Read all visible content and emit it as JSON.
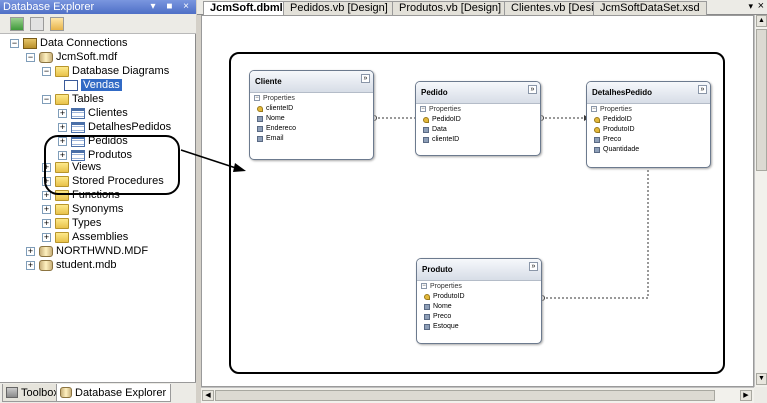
{
  "left_panel": {
    "title": "Database Explorer",
    "title_buttons": "▾ ■ ×",
    "tree": {
      "data_connections": "Data Connections",
      "db_file": "JcmSoft.mdf",
      "database_diagrams": "Database Diagrams",
      "diagram_vendas": "Vendas",
      "tables": "Tables",
      "table_items": [
        "Clientes",
        "DetalhesPedidos",
        "Pedidos",
        "Produtos"
      ],
      "views": "Views",
      "stored_procedures": "Stored Procedures",
      "functions": "Functions",
      "synonyms": "Synonyms",
      "types": "Types",
      "assemblies": "Assemblies",
      "northwnd": "NORTHWND.MDF",
      "student": "student.mdb"
    },
    "bottom_tabs": [
      "Toolbox",
      "Database Explorer"
    ]
  },
  "editor_tabs": [
    "JcmSoft.dbml",
    "Pedidos.vb [Design]",
    "Produtos.vb [Design]",
    "Clientes.vb [Design]",
    "JcmSoftDataSet.xsd"
  ],
  "editor_controls": {
    "overflow": "▾",
    "close": "×"
  },
  "entities": {
    "cliente": {
      "name": "Cliente",
      "section": "Properties",
      "props": [
        "clienteID",
        "Nome",
        "Endereco",
        "Email"
      ]
    },
    "pedido": {
      "name": "Pedido",
      "section": "Properties",
      "props": [
        "PedidoID",
        "Data",
        "clienteID"
      ]
    },
    "detalhes": {
      "name": "DetalhesPedido",
      "section": "Properties",
      "props": [
        "PedidoID",
        "ProdutoID",
        "Preco",
        "Quantidade"
      ]
    },
    "produto": {
      "name": "Produto",
      "section": "Properties",
      "props": [
        "ProdutoID",
        "Nome",
        "Preco",
        "Estoque"
      ]
    }
  },
  "glyphs": {
    "collapse": "»",
    "minus": "−",
    "plus": "+",
    "arrow_up": "▲",
    "arrow_down": "▼",
    "arrow_left": "◀",
    "arrow_right": "▶"
  },
  "icons": {
    "refresh": "refresh-icon",
    "stop": "stop-icon",
    "connect": "connect-icon",
    "folder": "folder-icon",
    "table": "table-icon",
    "database": "database-icon",
    "key": "key-icon"
  }
}
